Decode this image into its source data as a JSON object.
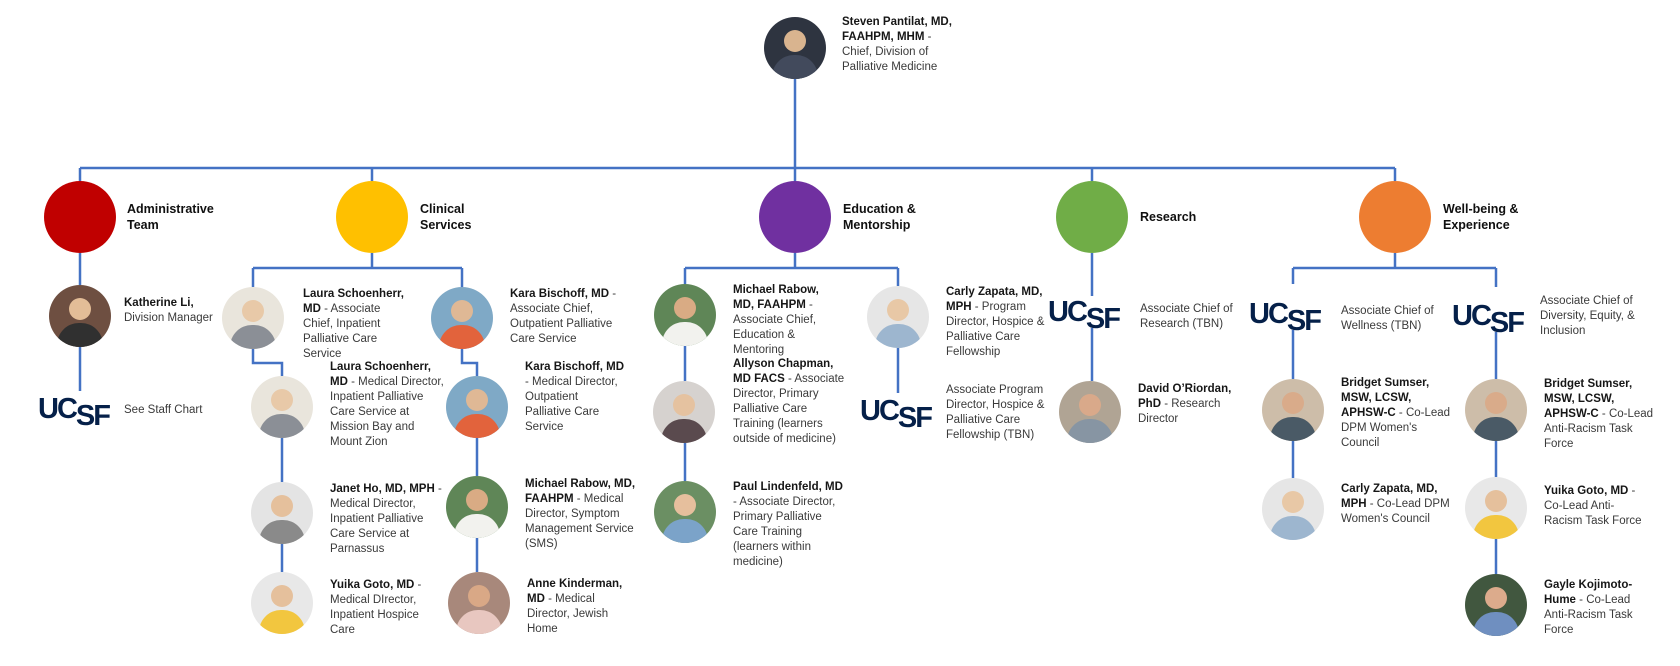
{
  "org": {
    "line_color": "#4472C4",
    "logo_uc": "UC",
    "logo_sf": "SF",
    "root": {
      "name": "Steven Pantilat, MD, FAAHPM, MHM",
      "sep": " - ",
      "role": "Chief, Division of Palliative Medicine"
    },
    "branches": [
      {
        "label": "Administrative Team",
        "color": "#C00000"
      },
      {
        "label": "Clinical Services",
        "color": "#FFC000"
      },
      {
        "label": "Education & Mentorship",
        "color": "#7030A0"
      },
      {
        "label": "Research",
        "color": "#70AD47"
      },
      {
        "label": "Well-being & Experience",
        "color": "#ED7D31"
      }
    ],
    "people": {
      "katherine": {
        "name": "Katherine Li,",
        "sep": " ",
        "role": "Division Manager"
      },
      "see_staff_chart": {
        "role": "See Staff Chart"
      },
      "laura_assoc_chief": {
        "name": "Laura Schoenherr, MD",
        "sep": " - ",
        "role": "Associate Chief, Inpatient Palliative Care Service"
      },
      "laura_med_dir": {
        "name": "Laura Schoenherr, MD",
        "sep": " - ",
        "role": "Medical Director, Inpatient Palliative Care Service at Mission Bay and Mount Zion"
      },
      "janet_ho": {
        "name": "Janet Ho, MD, MPH",
        "sep": " - ",
        "role": "Medical Director, Inpatient Palliative Care Service at Parnassus"
      },
      "yuika_hospice": {
        "name": "Yuika Goto, MD",
        "sep": " - ",
        "role": "Medical DIrector, Inpatient Hospice Care"
      },
      "kara_assoc_chief": {
        "name": "Kara Bischoff, MD",
        "sep": " - ",
        "role": "Associate Chief, Outpatient Palliative Care Service"
      },
      "kara_med_dir": {
        "name": "Kara Bischoff, MD",
        "sep": " - ",
        "role": "Medical Director, Outpatient Palliative Care Service"
      },
      "michael_sms": {
        "name": "Michael Rabow, MD, FAAHPM",
        "sep": " - ",
        "role": "Medical Director, Symptom Management Service (SMS)"
      },
      "anne_kinderman": {
        "name": "Anne Kinderman, MD",
        "sep": " - ",
        "role": "Medical Director, Jewish Home"
      },
      "michael_edu": {
        "name": "Michael Rabow, MD, FAAHPM",
        "sep": " - ",
        "role": "Associate Chief, Education & Mentoring"
      },
      "allyson": {
        "name": "Allyson Chapman, MD FACS",
        "sep": " - ",
        "role": "Associate Director, Primary Palliative Care Training (learners outside of medicine)"
      },
      "paul": {
        "name": "Paul Lindenfeld, MD",
        "sep": " - ",
        "role": "Associate Director, Primary Palliative Care Training (learners within medicine)"
      },
      "carly_fellowship": {
        "name": "Carly Zapata, MD, MPH",
        "sep": " - ",
        "role": "Program Director, Hospice & Palliative Care Fellowship"
      },
      "assoc_prog_dir": {
        "role": "Associate Program Director, Hospice & Palliative Care Fellowship (TBN)"
      },
      "research_tbn": {
        "role": "Associate Chief of Research (TBN)"
      },
      "david": {
        "name": "David O’Riordan, PhD",
        "sep": " - ",
        "role": "Research Director"
      },
      "wellness_tbn": {
        "role": "Associate Chief of Wellness (TBN)"
      },
      "bridget_women": {
        "name": "Bridget Sumser, MSW, LCSW, APHSW-C",
        "sep": " - ",
        "role": "Co-Lead DPM Women's Council"
      },
      "carly_women": {
        "name": "Carly Zapata, MD, MPH",
        "sep": " - ",
        "role": "Co-Lead DPM Women's Council"
      },
      "diversity_chief": {
        "role": "Associate Chief of Diversity, Equity, & Inclusion"
      },
      "bridget_antiracism": {
        "name": "Bridget Sumser, MSW, LCSW, APHSW-C",
        "sep": " - ",
        "role": "Co-Lead Anti-Racism Task Force"
      },
      "yuika_antiracism": {
        "name": "Yuika Goto, MD",
        "sep": " - ",
        "role": "Co-Lead Anti-Racism Task Force"
      },
      "gayle": {
        "name": "Gayle Kojimoto-Hume",
        "sep": " - ",
        "role": "Co-Lead Anti-Racism Task Force"
      }
    }
  }
}
